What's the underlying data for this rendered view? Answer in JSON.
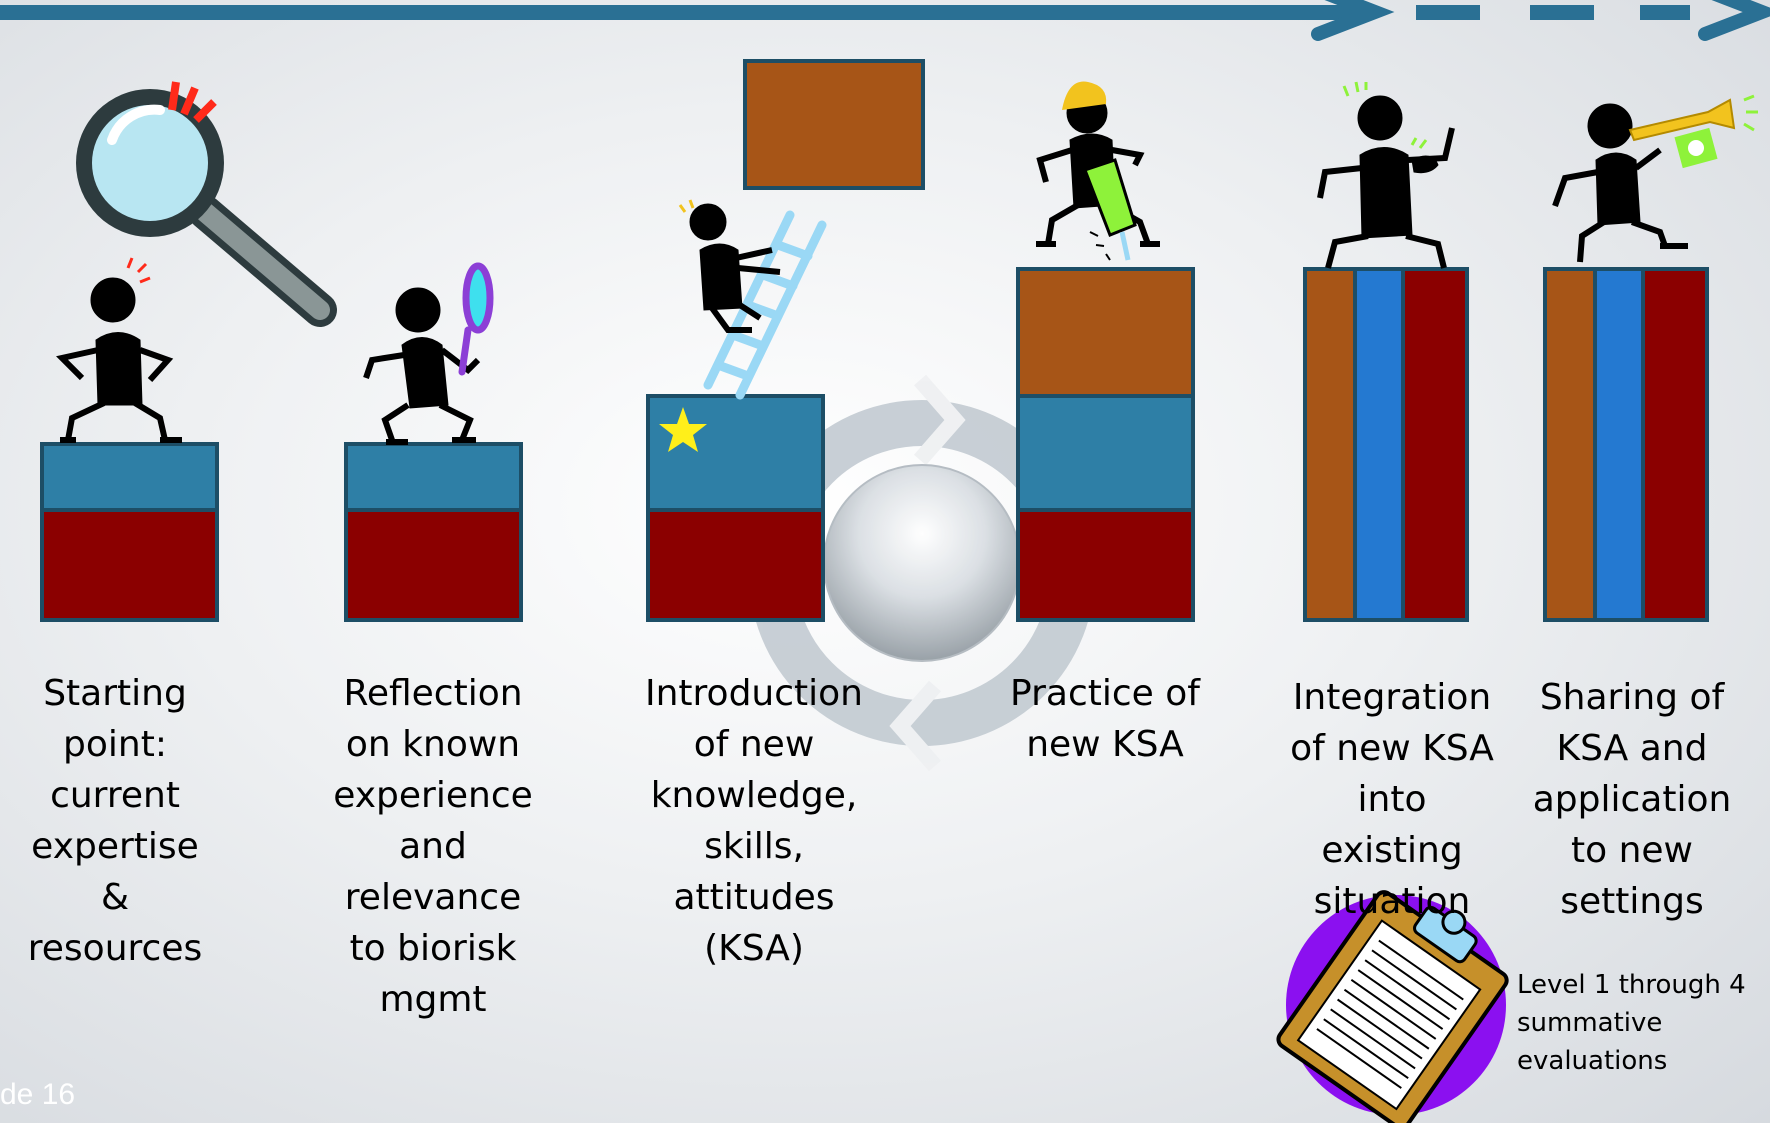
{
  "colors": {
    "arrow": "#2a7094",
    "brown": "#a75517",
    "teal": "#2e7fa6",
    "red": "#8b0000",
    "blue": "#2479d1",
    "outline": "#1d4e66",
    "star": "#ffef1a",
    "evaluation_circle": "#8b10f0",
    "ladder": "#9ad8f5",
    "hard_hat": "#f2c31e",
    "drill": "#8ef23a"
  },
  "icons": [
    "magnifying-glass-icon",
    "ladder-icon",
    "star-icon",
    "jackhammer-icon",
    "trumpet-icon",
    "clipboard-icon",
    "cycle-arrows-icon"
  ],
  "stages": [
    {
      "label": "Starting\npoint:\ncurrent\nexpertise\n&\nresources"
    },
    {
      "label": "Reflection\non known\nexperience\nand\nrelevance\nto biorisk\nmgmt"
    },
    {
      "label": "Introduction\nof new\nknowledge,\nskills,\nattitudes\n(KSA)"
    },
    {
      "label": "Practice of\nnew KSA"
    },
    {
      "label": "Integration\nof new KSA\ninto existing\nsituation"
    },
    {
      "label": "Sharing of\nKSA and\napplication\nto new\nsettings"
    }
  ],
  "evaluation_note": "Level 1 through 4\nsummative\nevaluations",
  "slide_number": "de 16"
}
